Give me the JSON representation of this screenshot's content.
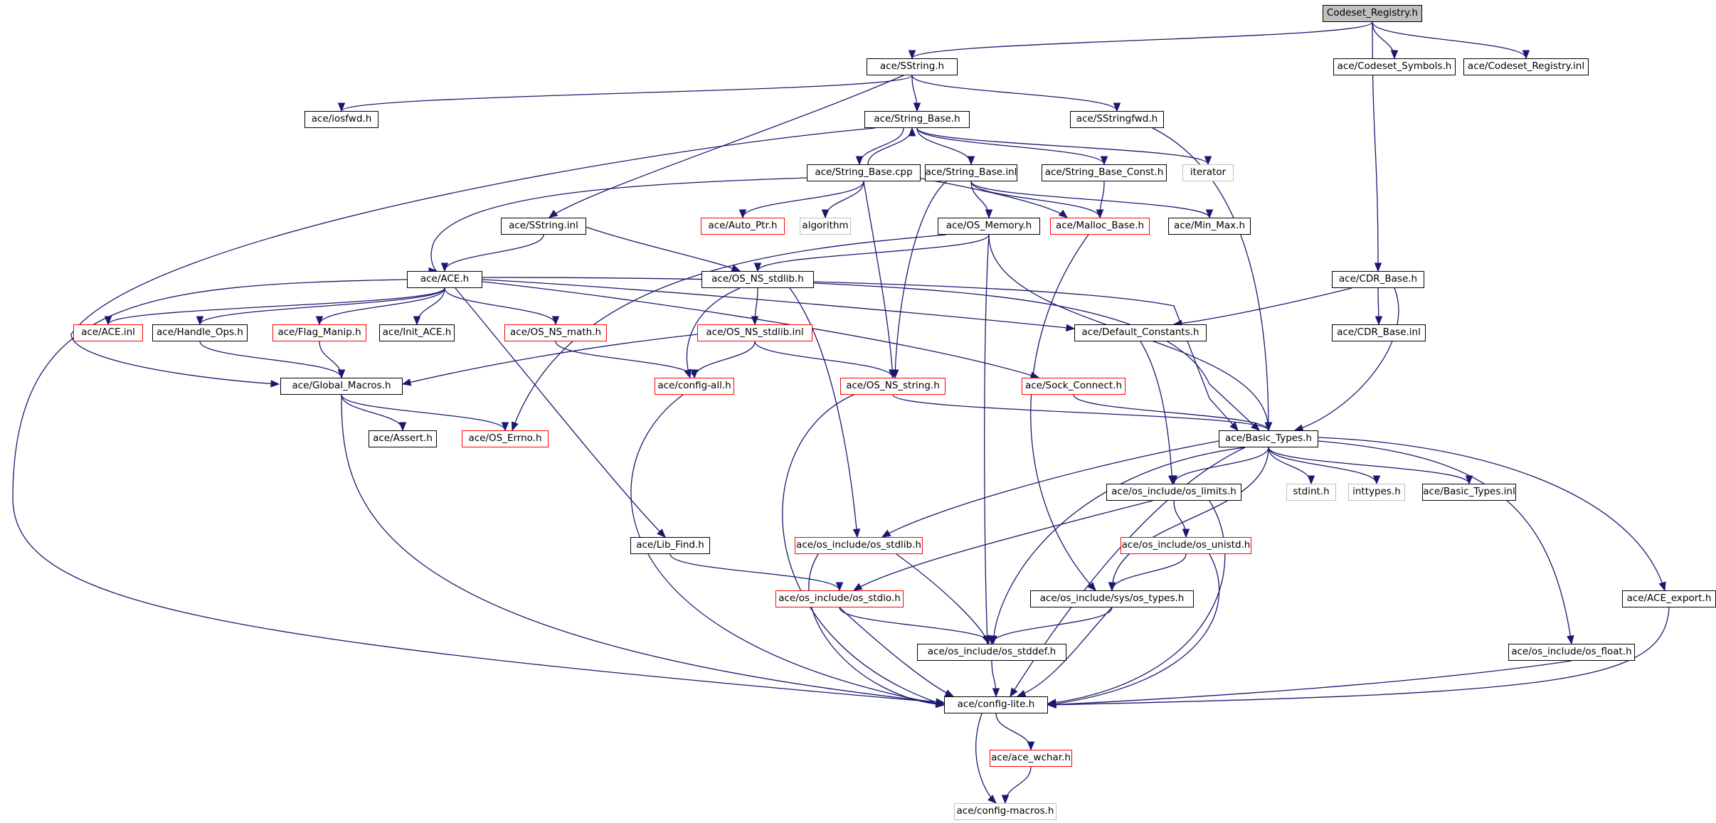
{
  "diagram": {
    "title": "",
    "colors": {
      "edge": "#191970",
      "root_fill": "#bfbfbf",
      "normal_border": "#000000",
      "truncated_border": "#ff0000",
      "external_border": "#bfbfbf"
    },
    "nodes": [
      {
        "id": "n0",
        "label": "Codeset_Registry.h",
        "kind": "root"
      },
      {
        "id": "n1",
        "label": "ace/SString.h",
        "kind": "normal"
      },
      {
        "id": "n2",
        "label": "ace/Codeset_Symbols.h",
        "kind": "normal"
      },
      {
        "id": "n3",
        "label": "ace/Codeset_Registry.inl",
        "kind": "normal"
      },
      {
        "id": "n4",
        "label": "ace/iosfwd.h",
        "kind": "normal"
      },
      {
        "id": "n5",
        "label": "ace/String_Base.h",
        "kind": "normal"
      },
      {
        "id": "n6",
        "label": "ace/SStringfwd.h",
        "kind": "normal"
      },
      {
        "id": "n7",
        "label": "ace/String_Base.cpp",
        "kind": "normal"
      },
      {
        "id": "n8",
        "label": "ace/String_Base.inl",
        "kind": "normal"
      },
      {
        "id": "n9",
        "label": "ace/String_Base_Const.h",
        "kind": "normal"
      },
      {
        "id": "n10",
        "label": "iterator",
        "kind": "external"
      },
      {
        "id": "n11",
        "label": "ace/Auto_Ptr.h",
        "kind": "truncated"
      },
      {
        "id": "n12",
        "label": "algorithm",
        "kind": "external"
      },
      {
        "id": "n13",
        "label": "ace/OS_Memory.h",
        "kind": "normal"
      },
      {
        "id": "n14",
        "label": "ace/Malloc_Base.h",
        "kind": "truncated"
      },
      {
        "id": "n15",
        "label": "ace/Min_Max.h",
        "kind": "normal"
      },
      {
        "id": "n16",
        "label": "ace/SString.inl",
        "kind": "normal"
      },
      {
        "id": "n17",
        "label": "ace/ACE.h",
        "kind": "normal"
      },
      {
        "id": "n18",
        "label": "ace/OS_NS_stdlib.h",
        "kind": "normal"
      },
      {
        "id": "n19",
        "label": "ace/CDR_Base.h",
        "kind": "normal"
      },
      {
        "id": "n20",
        "label": "ace/ACE.inl",
        "kind": "truncated"
      },
      {
        "id": "n21",
        "label": "ace/Handle_Ops.h",
        "kind": "normal"
      },
      {
        "id": "n22",
        "label": "ace/Flag_Manip.h",
        "kind": "truncated"
      },
      {
        "id": "n23",
        "label": "ace/Init_ACE.h",
        "kind": "normal"
      },
      {
        "id": "n24",
        "label": "ace/OS_NS_math.h",
        "kind": "truncated"
      },
      {
        "id": "n25",
        "label": "ace/OS_NS_stdlib.inl",
        "kind": "truncated"
      },
      {
        "id": "n26",
        "label": "ace/Default_Constants.h",
        "kind": "normal"
      },
      {
        "id": "n27",
        "label": "ace/CDR_Base.inl",
        "kind": "normal"
      },
      {
        "id": "n28",
        "label": "ace/Global_Macros.h",
        "kind": "normal"
      },
      {
        "id": "n29",
        "label": "ace/config-all.h",
        "kind": "truncated"
      },
      {
        "id": "n30",
        "label": "ace/OS_NS_string.h",
        "kind": "truncated"
      },
      {
        "id": "n31",
        "label": "ace/Sock_Connect.h",
        "kind": "truncated"
      },
      {
        "id": "n32",
        "label": "ace/Assert.h",
        "kind": "normal"
      },
      {
        "id": "n33",
        "label": "ace/OS_Errno.h",
        "kind": "truncated"
      },
      {
        "id": "n34",
        "label": "ace/Basic_Types.h",
        "kind": "normal"
      },
      {
        "id": "n35",
        "label": "ace/os_include/os_limits.h",
        "kind": "normal"
      },
      {
        "id": "n36",
        "label": "stdint.h",
        "kind": "external"
      },
      {
        "id": "n37",
        "label": "inttypes.h",
        "kind": "external"
      },
      {
        "id": "n38",
        "label": "ace/Basic_Types.inl",
        "kind": "normal"
      },
      {
        "id": "n39",
        "label": "ace/Lib_Find.h",
        "kind": "normal"
      },
      {
        "id": "n40",
        "label": "ace/os_include/os_stdlib.h",
        "kind": "truncated"
      },
      {
        "id": "n41",
        "label": "ace/os_include/os_unistd.h",
        "kind": "truncated"
      },
      {
        "id": "n42",
        "label": "ace/os_include/os_stdio.h",
        "kind": "truncated"
      },
      {
        "id": "n43",
        "label": "ace/os_include/sys/os_types.h",
        "kind": "normal"
      },
      {
        "id": "n44",
        "label": "ace/ACE_export.h",
        "kind": "normal"
      },
      {
        "id": "n45",
        "label": "ace/os_include/os_stddef.h",
        "kind": "normal"
      },
      {
        "id": "n46",
        "label": "ace/os_include/os_float.h",
        "kind": "normal"
      },
      {
        "id": "n47",
        "label": "ace/config-lite.h",
        "kind": "normal"
      },
      {
        "id": "n48",
        "label": "ace/ace_wchar.h",
        "kind": "truncated"
      },
      {
        "id": "n49",
        "label": "ace/config-macros.h",
        "kind": "external"
      }
    ],
    "edges": [
      [
        "n0",
        "n1"
      ],
      [
        "n0",
        "n2"
      ],
      [
        "n0",
        "n3"
      ],
      [
        "n0",
        "n19"
      ],
      [
        "n1",
        "n4"
      ],
      [
        "n1",
        "n5"
      ],
      [
        "n1",
        "n6"
      ],
      [
        "n1",
        "n16"
      ],
      [
        "n5",
        "n7"
      ],
      [
        "n5",
        "n8"
      ],
      [
        "n5",
        "n9"
      ],
      [
        "n5",
        "n10"
      ],
      [
        "n5",
        "n28"
      ],
      [
        "n7",
        "n5"
      ],
      [
        "n7",
        "n11"
      ],
      [
        "n7",
        "n12"
      ],
      [
        "n7",
        "n14"
      ],
      [
        "n7",
        "n30"
      ],
      [
        "n7",
        "n17"
      ],
      [
        "n8",
        "n13"
      ],
      [
        "n8",
        "n14"
      ],
      [
        "n8",
        "n15"
      ],
      [
        "n8",
        "n30"
      ],
      [
        "n9",
        "n14"
      ],
      [
        "n6",
        "n34"
      ],
      [
        "n16",
        "n17"
      ],
      [
        "n16",
        "n18"
      ],
      [
        "n13",
        "n18"
      ],
      [
        "n13",
        "n33"
      ],
      [
        "n13",
        "n34"
      ],
      [
        "n13",
        "n45"
      ],
      [
        "n14",
        "n43"
      ],
      [
        "n17",
        "n20"
      ],
      [
        "n17",
        "n21"
      ],
      [
        "n17",
        "n22"
      ],
      [
        "n17",
        "n23"
      ],
      [
        "n17",
        "n24"
      ],
      [
        "n17",
        "n26"
      ],
      [
        "n17",
        "n31"
      ],
      [
        "n17",
        "n34"
      ],
      [
        "n17",
        "n39"
      ],
      [
        "n17",
        "n47"
      ],
      [
        "n18",
        "n25"
      ],
      [
        "n18",
        "n29"
      ],
      [
        "n18",
        "n34"
      ],
      [
        "n18",
        "n40"
      ],
      [
        "n19",
        "n26"
      ],
      [
        "n19",
        "n27"
      ],
      [
        "n19",
        "n34"
      ],
      [
        "n21",
        "n28"
      ],
      [
        "n22",
        "n28"
      ],
      [
        "n24",
        "n29"
      ],
      [
        "n25",
        "n28"
      ],
      [
        "n25",
        "n29"
      ],
      [
        "n25",
        "n30"
      ],
      [
        "n26",
        "n35"
      ],
      [
        "n28",
        "n32"
      ],
      [
        "n28",
        "n33"
      ],
      [
        "n28",
        "n47"
      ],
      [
        "n29",
        "n47"
      ],
      [
        "n30",
        "n34"
      ],
      [
        "n30",
        "n47"
      ],
      [
        "n31",
        "n34"
      ],
      [
        "n34",
        "n35"
      ],
      [
        "n34",
        "n36"
      ],
      [
        "n34",
        "n37"
      ],
      [
        "n34",
        "n38"
      ],
      [
        "n34",
        "n40"
      ],
      [
        "n34",
        "n43"
      ],
      [
        "n34",
        "n44"
      ],
      [
        "n34",
        "n45"
      ],
      [
        "n34",
        "n46"
      ],
      [
        "n34",
        "n47"
      ],
      [
        "n35",
        "n41"
      ],
      [
        "n35",
        "n42"
      ],
      [
        "n35",
        "n47"
      ],
      [
        "n39",
        "n42"
      ],
      [
        "n40",
        "n45"
      ],
      [
        "n40",
        "n47"
      ],
      [
        "n41",
        "n43"
      ],
      [
        "n41",
        "n47"
      ],
      [
        "n42",
        "n45"
      ],
      [
        "n42",
        "n47"
      ],
      [
        "n43",
        "n45"
      ],
      [
        "n43",
        "n47"
      ],
      [
        "n44",
        "n47"
      ],
      [
        "n45",
        "n47"
      ],
      [
        "n46",
        "n47"
      ],
      [
        "n47",
        "n48"
      ],
      [
        "n47",
        "n49"
      ],
      [
        "n48",
        "n49"
      ]
    ]
  }
}
